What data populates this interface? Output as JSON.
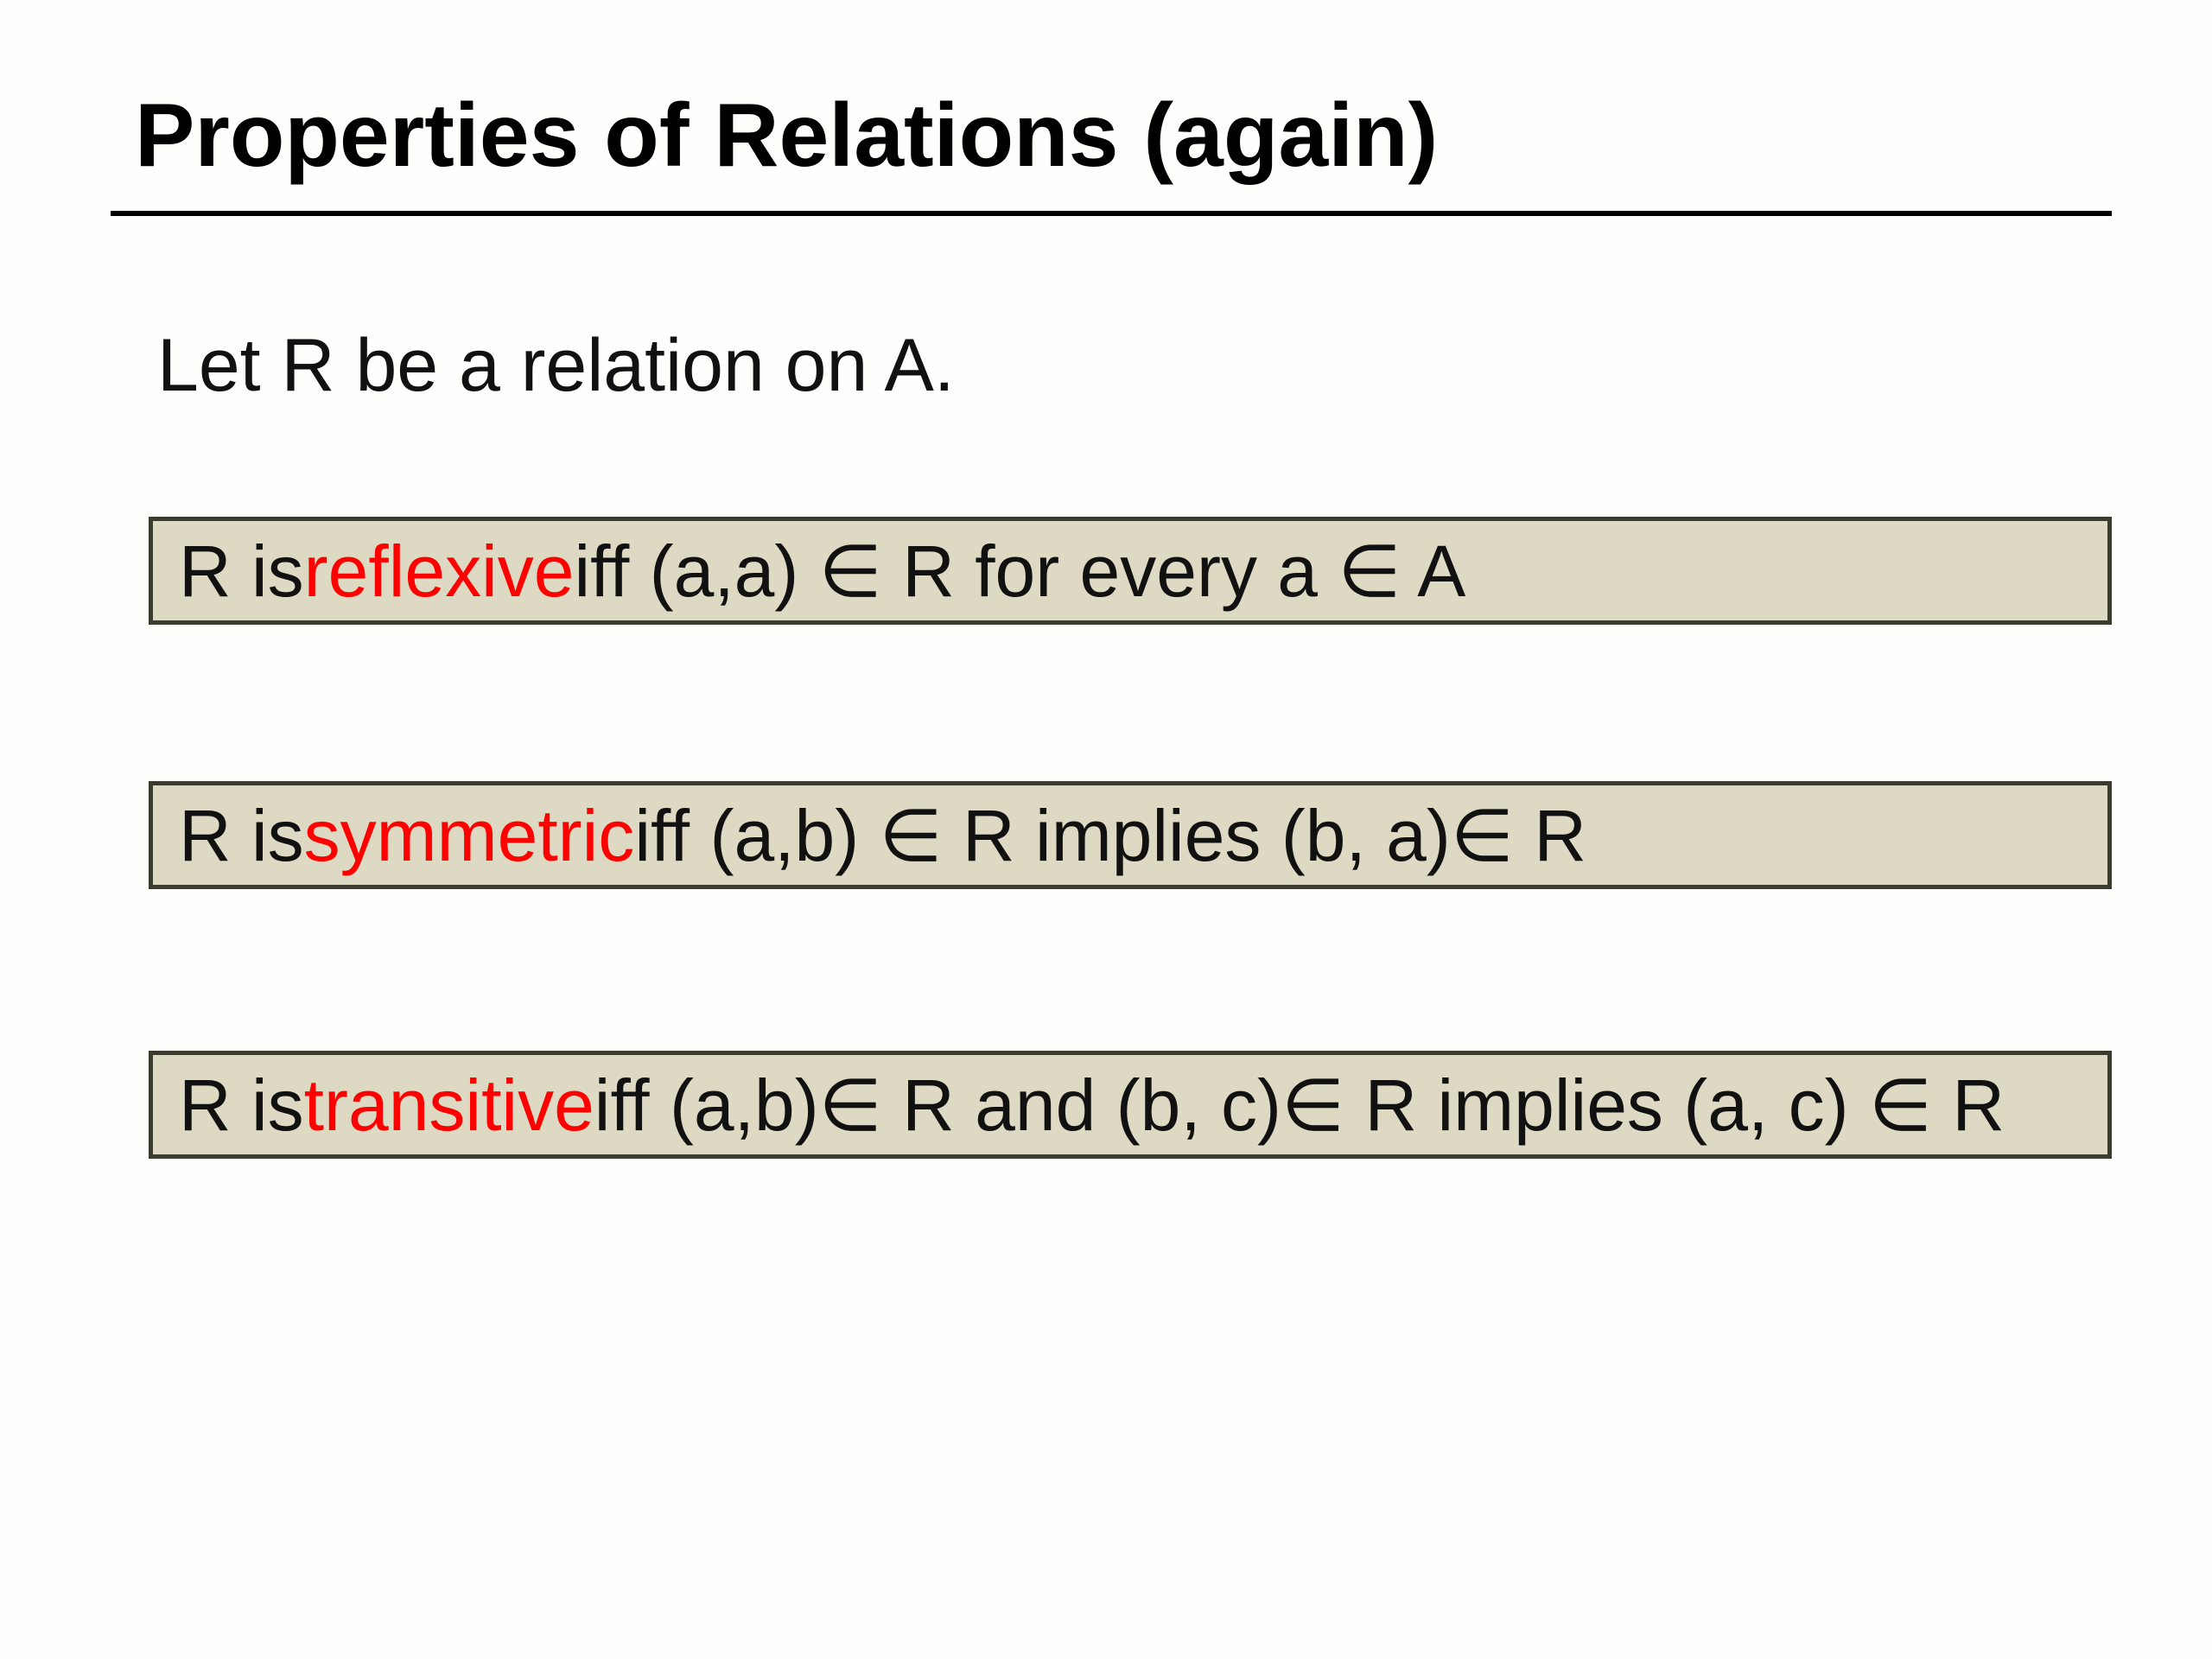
{
  "slide": {
    "title": "Properties of Relations (again)",
    "intro": "Let R be a relation on A.",
    "accent_color": "#ff0000",
    "box_color": "#ddd9c3",
    "definitions": [
      {
        "prefix": "R is ",
        "term": "reflexive",
        "rest": " iff (a,a) ∈ R for every a ∈ A"
      },
      {
        "prefix": "R is ",
        "term": "symmetric",
        "rest": " iff (a,b) ∈ R implies (b, a)∈ R"
      },
      {
        "prefix": "R is ",
        "term": "transitive",
        "rest": " iff (a,b)∈ R and (b, c)∈ R implies (a, c) ∈ R"
      }
    ]
  }
}
